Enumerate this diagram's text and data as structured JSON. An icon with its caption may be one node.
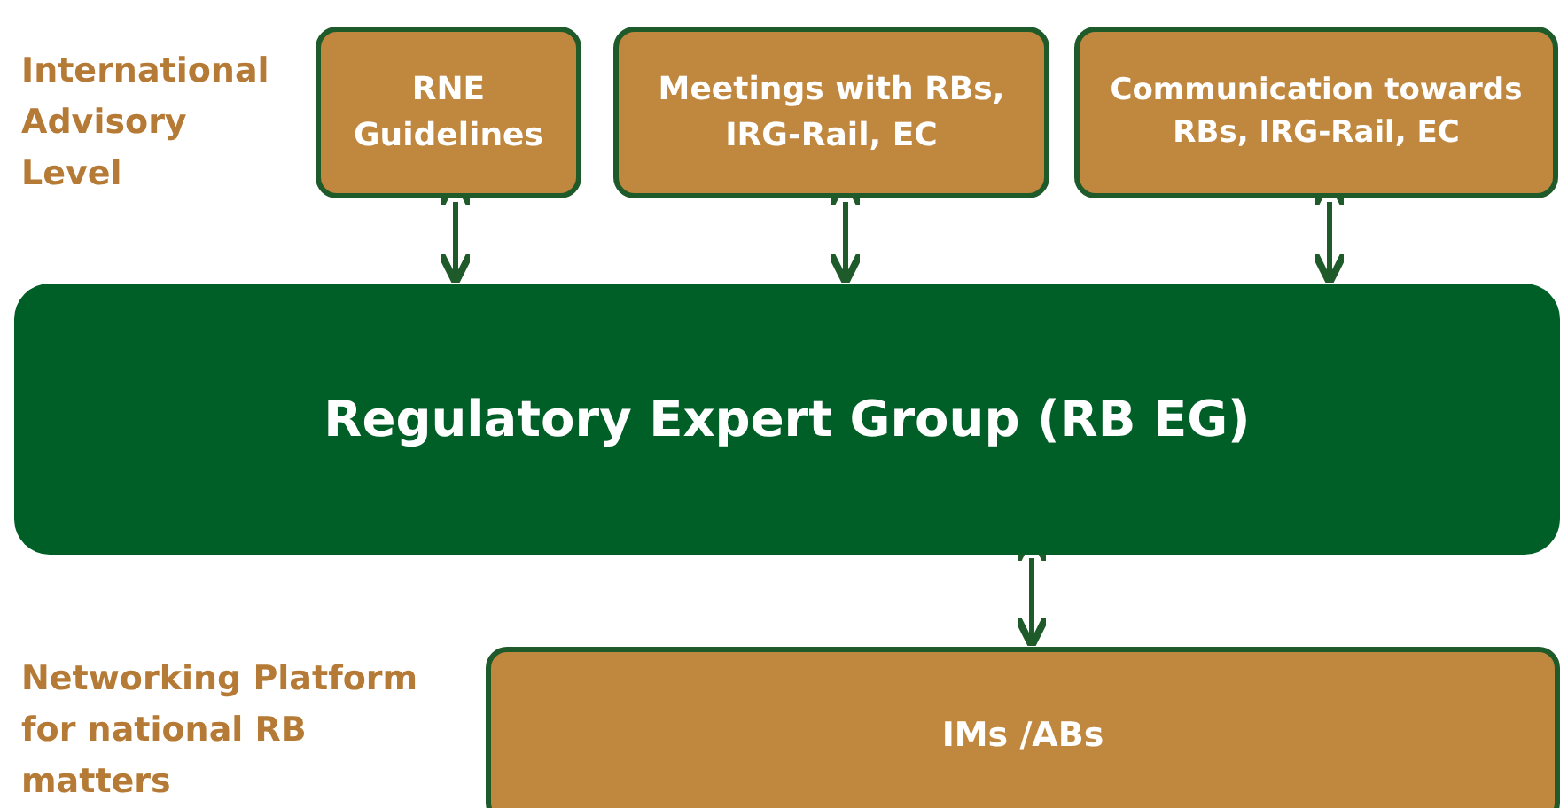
{
  "diagram": {
    "nodes": [
      {
        "text": [
          "RNE Guidelines"
        ]
      },
      {
        "text": [
          "Meetings with RBs, IRG-Rail, EC"
        ]
      },
      {
        "text": [
          "Communication towards RBs, IRG-Rail, EC"
        ]
      },
      {
        "text": [
          "Regulatory Expert Group (RB EG)"
        ]
      },
      {
        "text": [
          "IMs /ABs"
        ]
      }
    ],
    "edges": [
      {
        "from": 0,
        "to": 3,
        "arrow": "both"
      },
      {
        "from": 1,
        "to": 3,
        "arrow": "both"
      },
      {
        "from": 2,
        "to": 3,
        "arrow": "both"
      },
      {
        "from": 3,
        "to": 4,
        "arrow": "both"
      }
    ],
    "labels": [
      "International Advisory Level",
      "Networking Platform for national RB matters"
    ]
  }
}
